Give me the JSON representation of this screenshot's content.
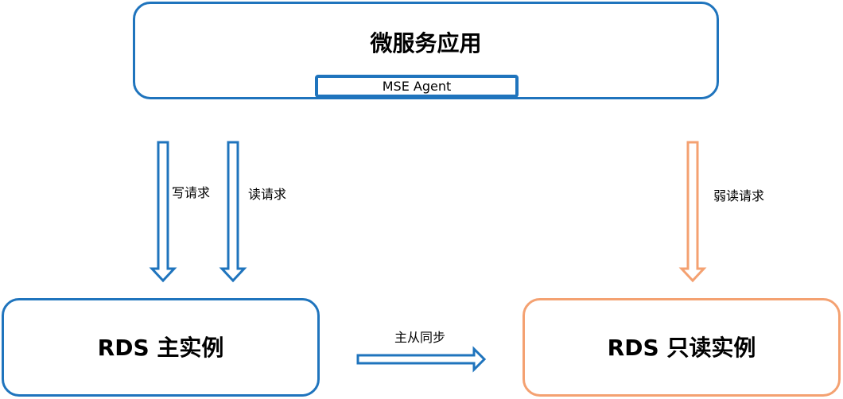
{
  "app": {
    "title": "微服务应用",
    "agent_label": "MSE Agent"
  },
  "master": {
    "title": "RDS 主实例"
  },
  "replica": {
    "title": "RDS 只读实例"
  },
  "flows": {
    "write_label": "写请求",
    "read_label": "读请求",
    "weak_read_label": "弱读请求",
    "sync_label": "主从同步"
  },
  "colors": {
    "blue": "#1f74bd",
    "orange": "#f4a171"
  }
}
